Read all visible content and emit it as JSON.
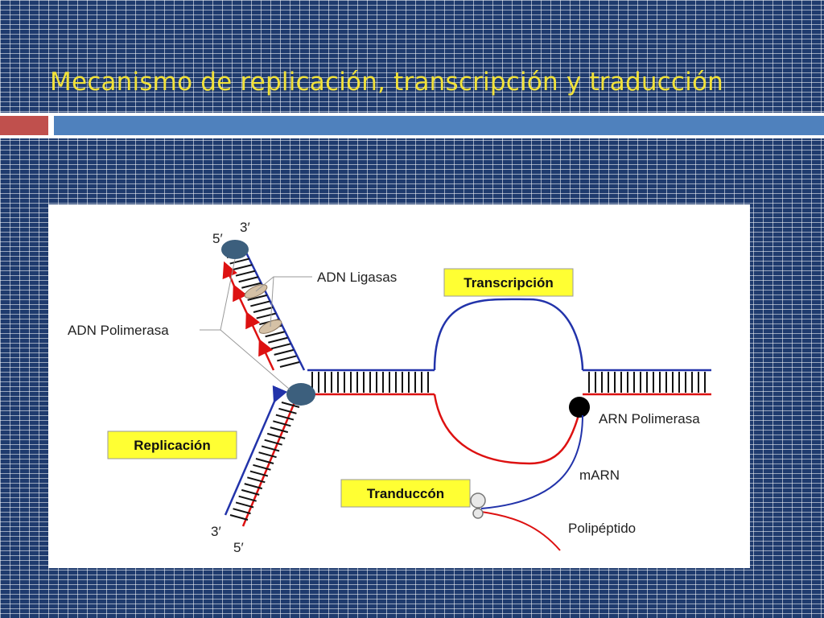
{
  "slide": {
    "title": "Mecanismo de replicación, transcripción y traducción"
  },
  "diagram": {
    "label_5prime_top": "5′",
    "label_3prime_top": "3′",
    "label_ligasas": "ADN Ligasas",
    "label_polimerasa": "ADN Polimerasa",
    "box_transcripcion": "Transcripción",
    "box_replicacion": "Replicación",
    "box_traduccion": "Tranduccón",
    "label_arn_polimerasa": "ARN Polimerasa",
    "label_marn": "mARN",
    "label_polipeptido": "Polipéptido",
    "label_3prime_bottom": "3′",
    "label_5prime_bottom": "5′",
    "colors": {
      "template_strand": "#2233aa",
      "new_strand": "#dd1111",
      "enzyme": "#3c5f7d",
      "label_box": "#ffff33"
    }
  }
}
